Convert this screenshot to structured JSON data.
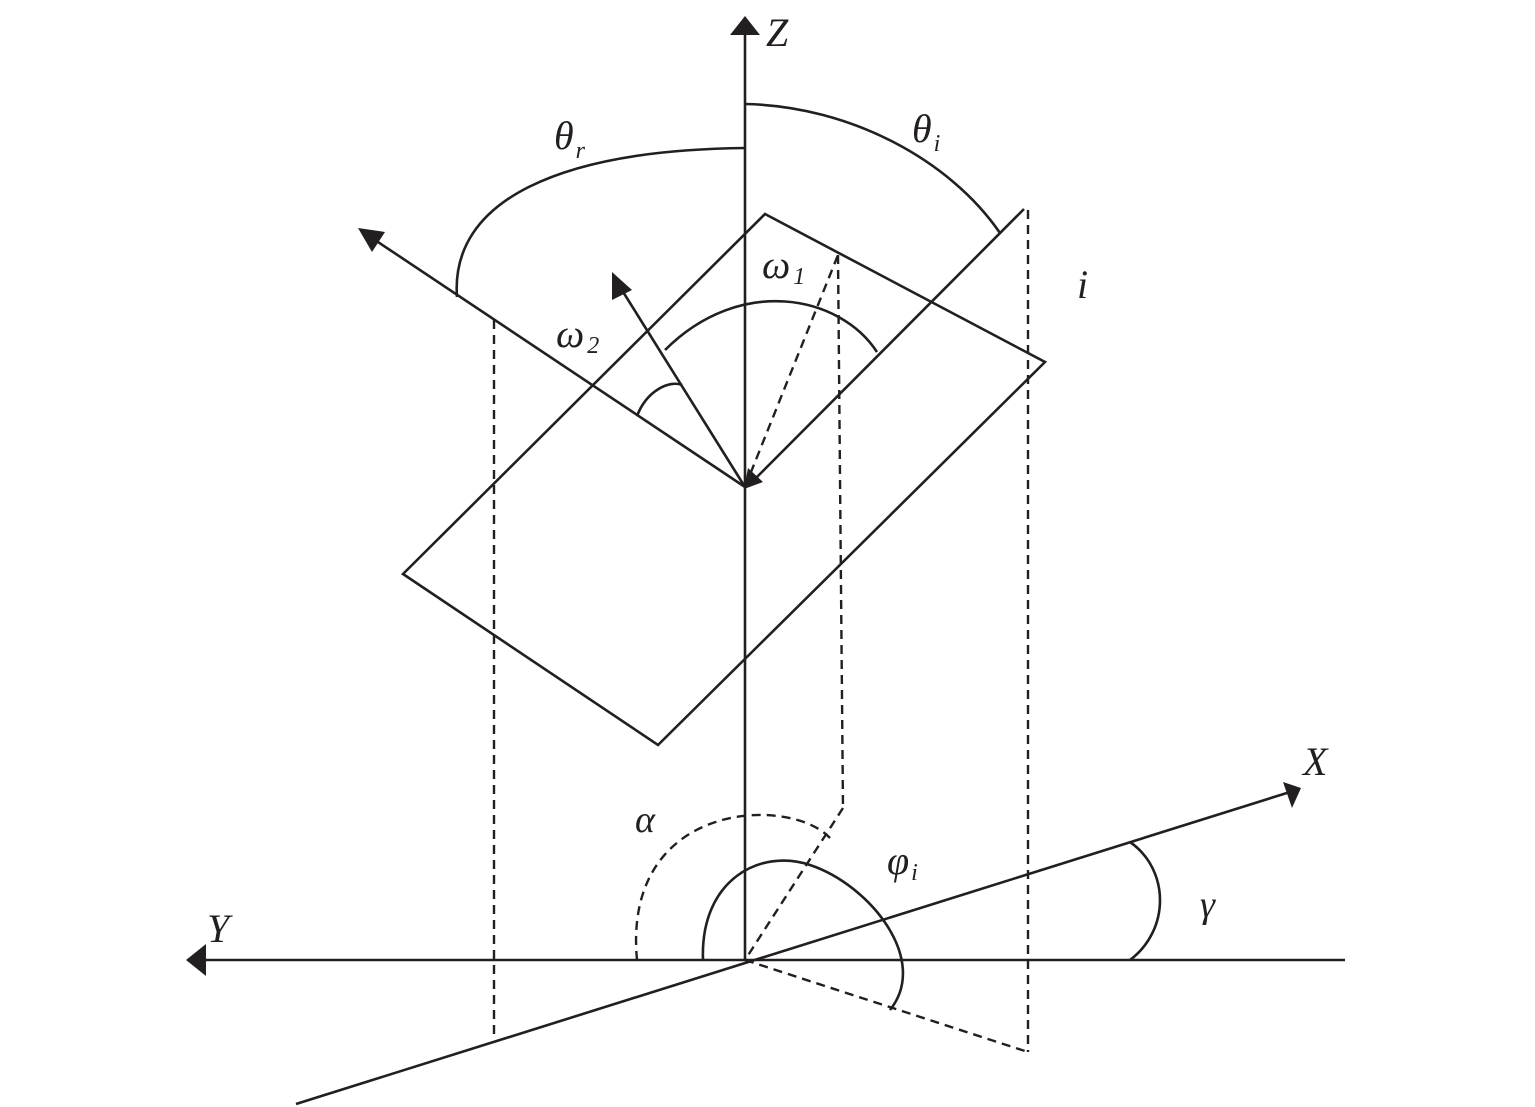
{
  "diagram": {
    "labels": {
      "z_axis": "Z",
      "x_axis": "X",
      "y_axis": "Y",
      "theta_r": {
        "main": "θ",
        "sub": "r"
      },
      "theta_i": {
        "main": "θ",
        "sub": "i"
      },
      "omega_1": {
        "main": "ω",
        "sub": "1"
      },
      "omega_2": {
        "main": "ω",
        "sub": "2"
      },
      "incident": "i",
      "alpha": "α",
      "phi_i": {
        "main": "φ",
        "sub": "i"
      },
      "gamma": "γ"
    },
    "colors": {
      "ink": "#231f20",
      "background": "#ffffff"
    }
  }
}
